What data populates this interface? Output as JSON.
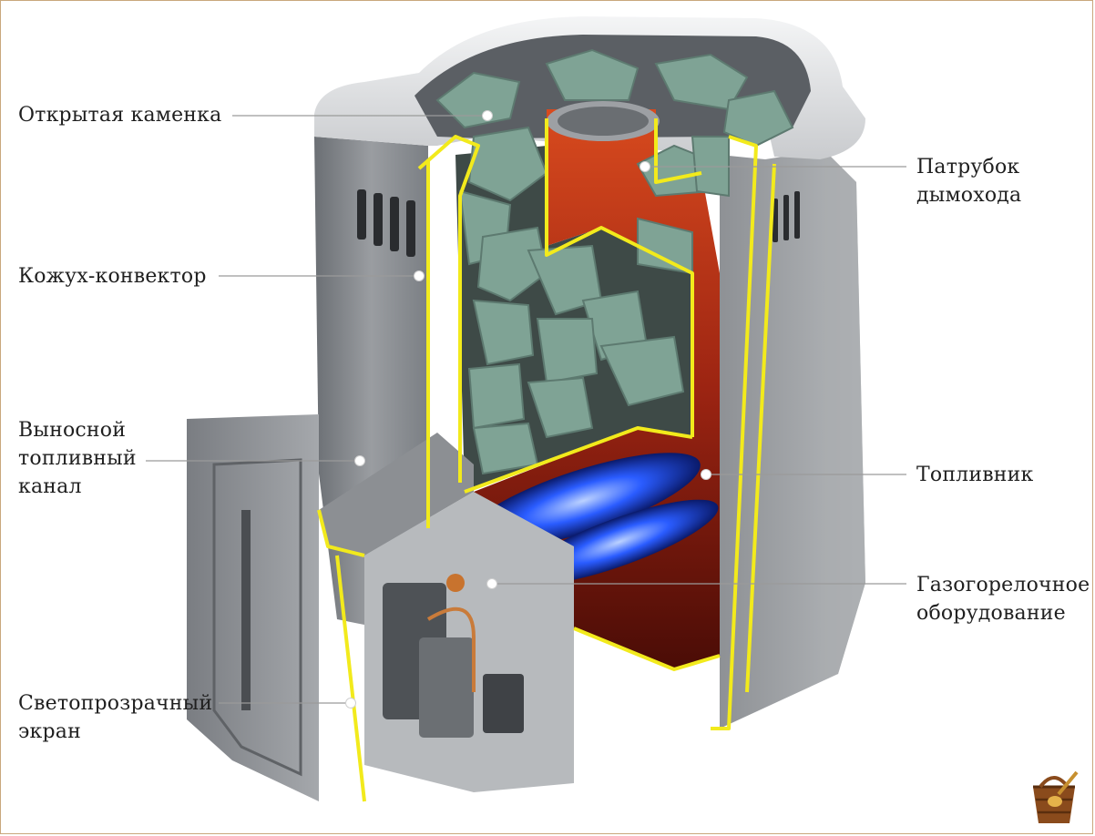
{
  "labels": {
    "open_heater": "Открытая каменка",
    "chimney_pipe": "Патрубок\nдымохода",
    "convector_casing": "Кожух-конвектор",
    "remote_fuel_channel": "Выносной\nтопливный\nканал",
    "firebox": "Топливник",
    "gas_burner_equipment": "Газогорелочное\nоборудование",
    "transparent_screen": "Светопрозрачный\nэкран"
  },
  "colors": {
    "body_gray": "#8e9195",
    "body_dark": "#5d6166",
    "cut_edge": "#f2ea1c",
    "stone": "#7fa395",
    "fire_red": "#9c2412",
    "flame_blue": "#1e4bff",
    "leader_line": "#9a9a9a",
    "logo_wood": "#8a4b1c"
  },
  "logo": {
    "icon": "sauna-bucket-icon"
  }
}
